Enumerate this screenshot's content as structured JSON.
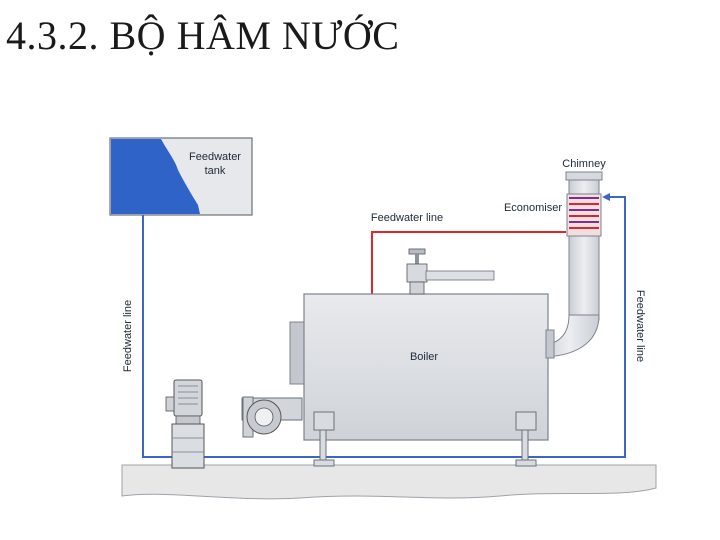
{
  "slide": {
    "title": "4.3.2. BỘ HÂM NƯỚC"
  },
  "diagram": {
    "labels": {
      "feedwater_tank": [
        "Feedwater",
        "tank"
      ],
      "chimney": "Chimney",
      "economiser": "Economiser",
      "feedwater_line_top": "Feedwater line",
      "feedwater_line_left": "Feedwater line",
      "feedwater_line_right": "Feedwater line",
      "boiler": "Boiler"
    },
    "colors": {
      "water": "#2f63c8",
      "pipe_cold": "#3a66c6",
      "pipe_hot": "#e02828",
      "equipment": "#dadde2",
      "equipment_edge": "#7d838d",
      "ground": "#e7e7e7"
    }
  }
}
